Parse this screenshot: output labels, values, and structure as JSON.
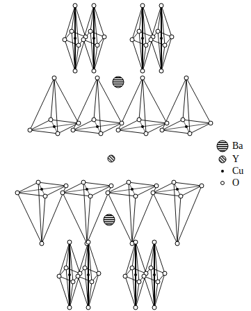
{
  "diagram": {
    "legend": [
      {
        "text": "Ba"
      },
      {
        "text": "Y"
      },
      {
        "text": "Cu"
      },
      {
        "text": "O"
      }
    ]
  }
}
